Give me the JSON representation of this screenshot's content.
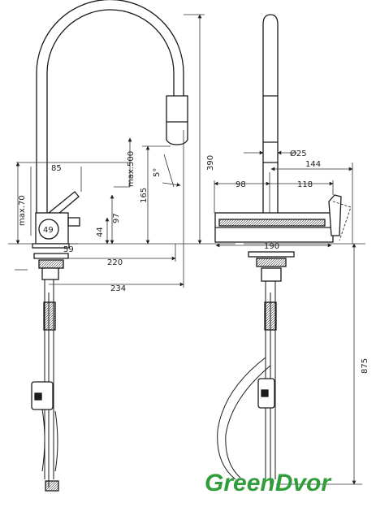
{
  "colors": {
    "line": "#1a1a1a",
    "dimension": "#333333",
    "logo_green": "#2f9e3a"
  },
  "side_view": {
    "dims": {
      "d85": "85",
      "d390": "390",
      "d500": "max.500",
      "d165": "165",
      "d5deg": "5°",
      "d70": "max.70",
      "d97": "97",
      "d44": "44",
      "d49": "49",
      "d59": "59",
      "d220": "220",
      "d234": "234"
    }
  },
  "front_view": {
    "dims": {
      "d25": "Ø25",
      "d144": "144",
      "d98": "98",
      "d118": "118",
      "d190": "190",
      "d875": "875"
    }
  },
  "logo": {
    "text": "GreenDvor"
  }
}
